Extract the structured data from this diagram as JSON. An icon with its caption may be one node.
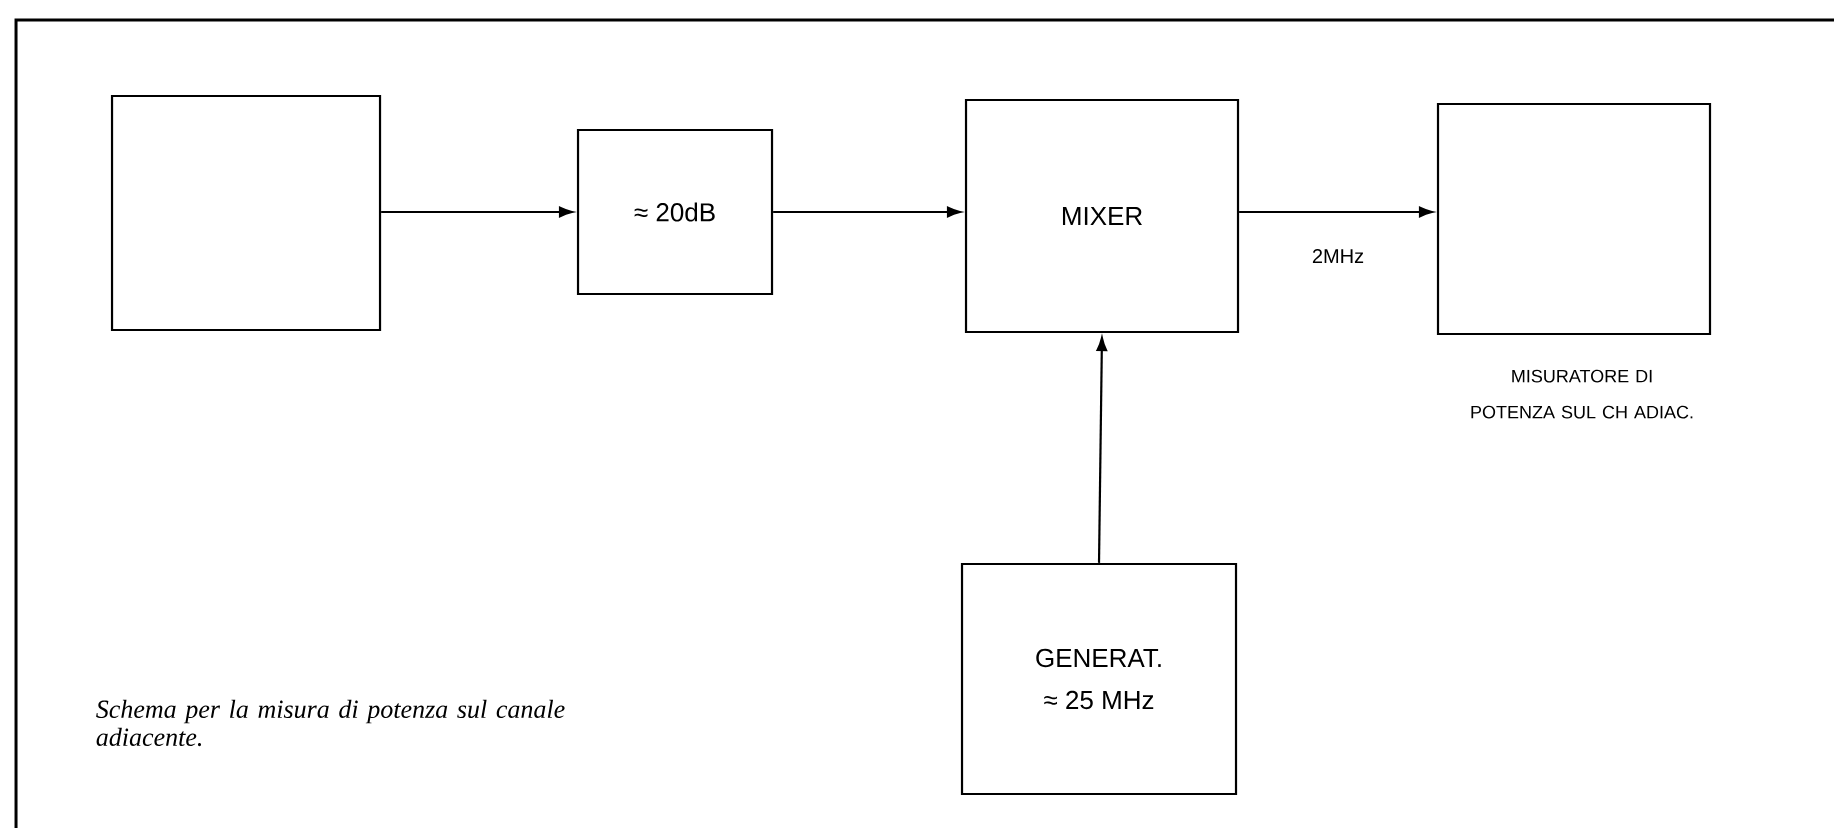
{
  "diagram": {
    "caption": "Schema per la misura di potenza sul canale adiacente.",
    "nodes": [
      {
        "text": [],
        "shape": "box"
      },
      {
        "text": [
          "≈ 20dB"
        ]
      },
      {
        "text": [
          "MIXER"
        ]
      },
      {
        "text": [],
        "shape": "box",
        "beside": [
          "MISURATORE DI POTENZA SUL CH ADIAC."
        ]
      },
      {
        "text": [
          "GENERAT.",
          "≈ 25 MHz"
        ]
      }
    ],
    "edges": [
      {
        "from": 0,
        "to": 1,
        "arrow": "to"
      },
      {
        "from": 1,
        "to": 2,
        "arrow": "to"
      },
      {
        "from": 2,
        "to": 3,
        "arrow": "to",
        "label": "2MHz"
      },
      {
        "from": 4,
        "to": 2,
        "arrow": "to"
      }
    ]
  }
}
